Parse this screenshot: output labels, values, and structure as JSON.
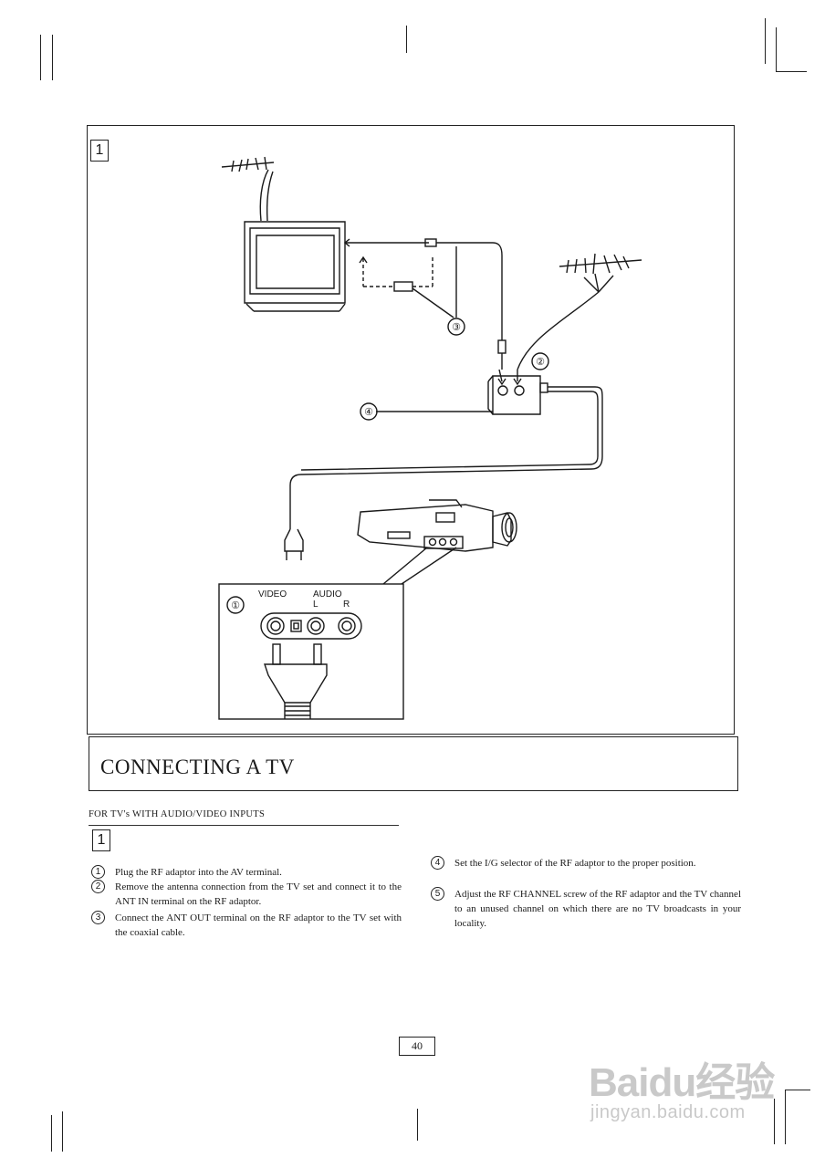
{
  "figure": {
    "number": "1",
    "callouts": {
      "c1": "①",
      "c2": "②",
      "c3": "③",
      "c4": "④"
    },
    "jack_labels": {
      "video": "VIDEO",
      "audio": "AUDIO",
      "left": "L",
      "right": "R"
    }
  },
  "section_title": "CONNECTING A TV",
  "subheading": "FOR TV's WITH AUDIO/VIDEO INPUTS",
  "step_group": "1",
  "steps": [
    {
      "marker": "1",
      "text": "Plug the RF adaptor into the AV terminal."
    },
    {
      "marker": "2",
      "text": "Remove the antenna connection from the TV set and connect it to the ANT IN terminal on the RF adaptor."
    },
    {
      "marker": "3",
      "text": "Connect the ANT OUT terminal on the RF adaptor to the TV set with the coaxial cable."
    },
    {
      "marker": "4",
      "text": "Set the I/G selector of the RF adaptor to the proper position."
    },
    {
      "marker": "5",
      "text": "Adjust the RF CHANNEL screw of the RF adaptor and the TV channel to an unused channel on which there are no TV broadcasts in your locality."
    }
  ],
  "page_number": "40",
  "watermark": {
    "logo": "Baidu经验",
    "url": "jingyan.baidu.com"
  }
}
